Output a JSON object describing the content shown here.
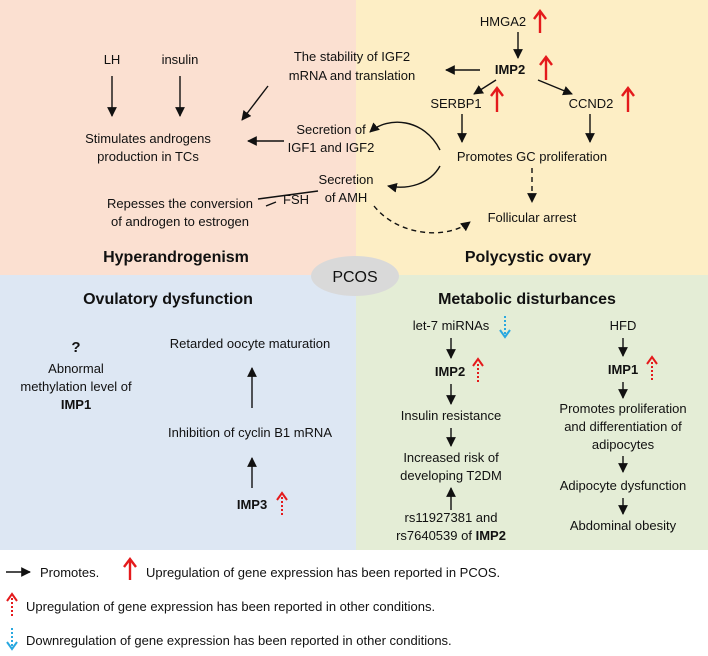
{
  "center": {
    "label": "PCOS"
  },
  "quadrants": {
    "hyperandrogenism": {
      "title": "Hyperandrogenism",
      "color": "#fbe0d1",
      "lh": "LH",
      "insulin": "insulin",
      "stimulates_line1": "Stimulates androgens",
      "stimulates_line2": "production in TCs",
      "represses_line1": "Repesses the conversion",
      "represses_line2": "of androgen to estrogen",
      "fsh": "FSH"
    },
    "polycystic_ovary": {
      "title": "Polycystic ovary",
      "color": "#fdeec5",
      "hmga2": "HMGA2",
      "imp2": "IMP2",
      "serbp1": "SERBP1",
      "ccnd2": "CCND2",
      "stability_line1": "The stability of IGF2",
      "stability_line2": "mRNA and translation",
      "secretion_igf_line1": "Secretion of",
      "secretion_igf_line2": "IGF1 and IGF2",
      "promotes_gc": "Promotes GC proliferation",
      "secretion_amh_line1": "Secretion",
      "secretion_amh_line2": "of AMH",
      "follicular": "Follicular arrest"
    },
    "ovulatory": {
      "title": "Ovulatory dysfunction",
      "color": "#dde7f3",
      "question": "?",
      "abnormal_line1": "Abnormal",
      "abnormal_line2": "methylation level of",
      "abnormal_gene": "IMP1",
      "retarded": "Retarded oocyte maturation",
      "inhibition": "Inhibition of cyclin B1 mRNA",
      "imp3": "IMP3"
    },
    "metabolic": {
      "title": "Metabolic disturbances",
      "color": "#e4edd6",
      "let7": "let-7 miRNAs",
      "imp2": "IMP2",
      "insulin_resistance": "Insulin resistance",
      "risk_line1": "Increased risk of",
      "risk_line2": "developing T2DM",
      "rs_line1": "rs11927381 and",
      "rs_line2_prefix": "rs7640539 of",
      "rs_gene": "IMP2",
      "hfd": "HFD",
      "imp1": "IMP1",
      "prolif_line1": "Promotes proliferation",
      "prolif_line2": "and differentiation of",
      "prolif_line3": "adipocytes",
      "adipocyte_dys": "Adipocyte dysfunction",
      "abdominal": "Abdominal obesity"
    }
  },
  "legend": {
    "promotes": "Promotes.",
    "up_pcos": "Upregulation of gene expression has been reported in PCOS.",
    "up_other": "Upregulation of gene expression has been reported in other conditions.",
    "down_other": "Downregulation of gene expression has been reported in other conditions."
  },
  "colors": {
    "upregulation_pcos": "#e41a1c",
    "upregulation_other": "#e41a1c",
    "downregulation_other": "#29a8e0",
    "center_ellipse": "#d9d9d9"
  }
}
